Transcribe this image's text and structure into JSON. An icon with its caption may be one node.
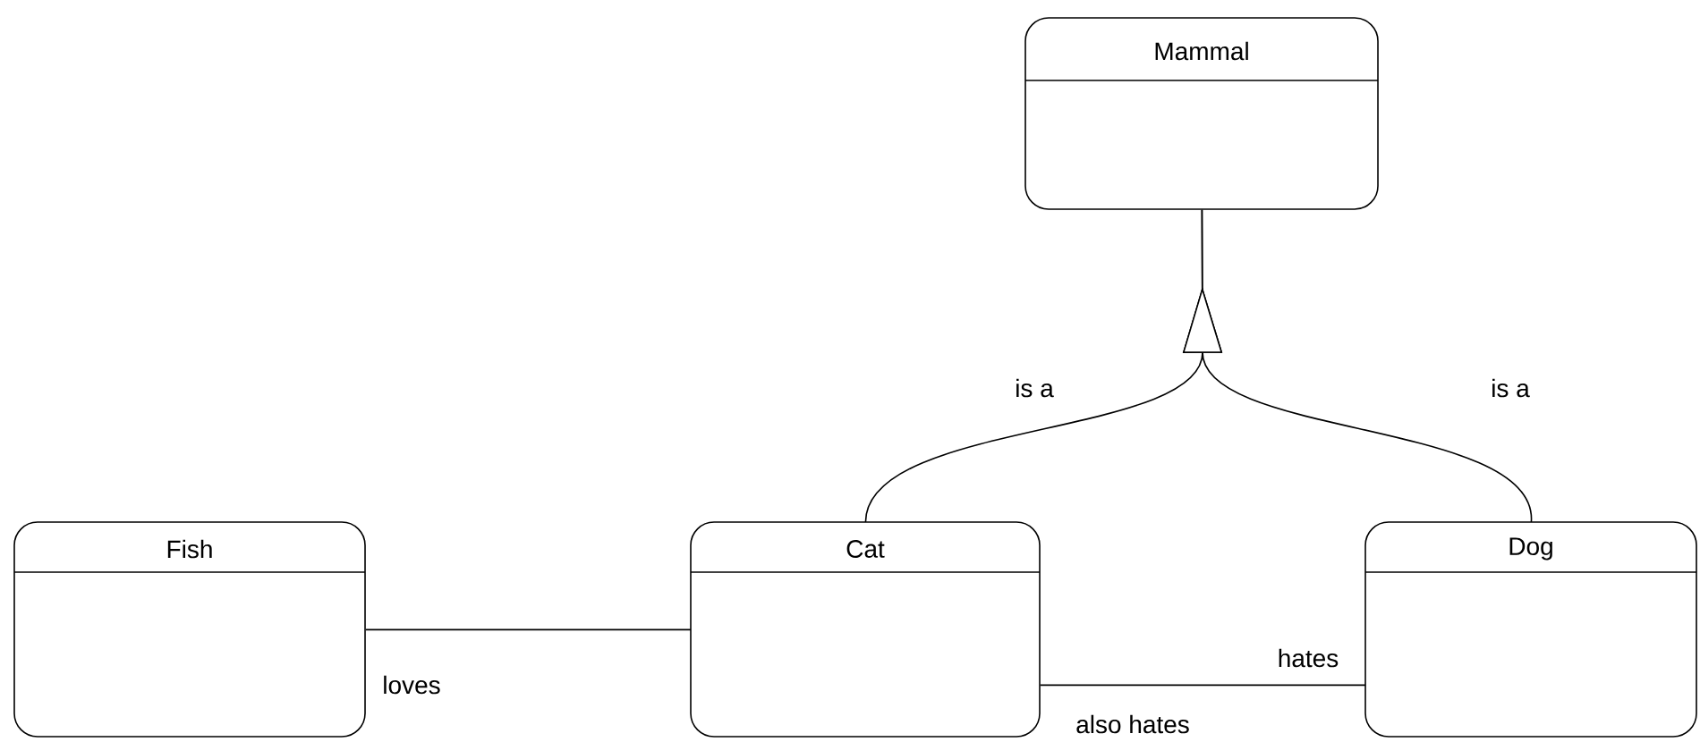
{
  "diagram": {
    "nodes": [
      {
        "text": [
          "Mammal"
        ]
      },
      {
        "text": [
          "Fish"
        ]
      },
      {
        "text": [
          "Cat"
        ]
      },
      {
        "text": [
          "Dog"
        ]
      }
    ],
    "edges": [
      {
        "from": 2,
        "to": 0,
        "arrow": "to",
        "label": "is a"
      },
      {
        "from": 3,
        "to": 0,
        "arrow": "to",
        "label": "is a"
      },
      {
        "from": 1,
        "to": 2,
        "arrow": "none",
        "label": "loves"
      },
      {
        "from": 2,
        "to": 3,
        "arrow": "none",
        "label": "also hates"
      }
    ],
    "labels": [
      "hates"
    ]
  }
}
